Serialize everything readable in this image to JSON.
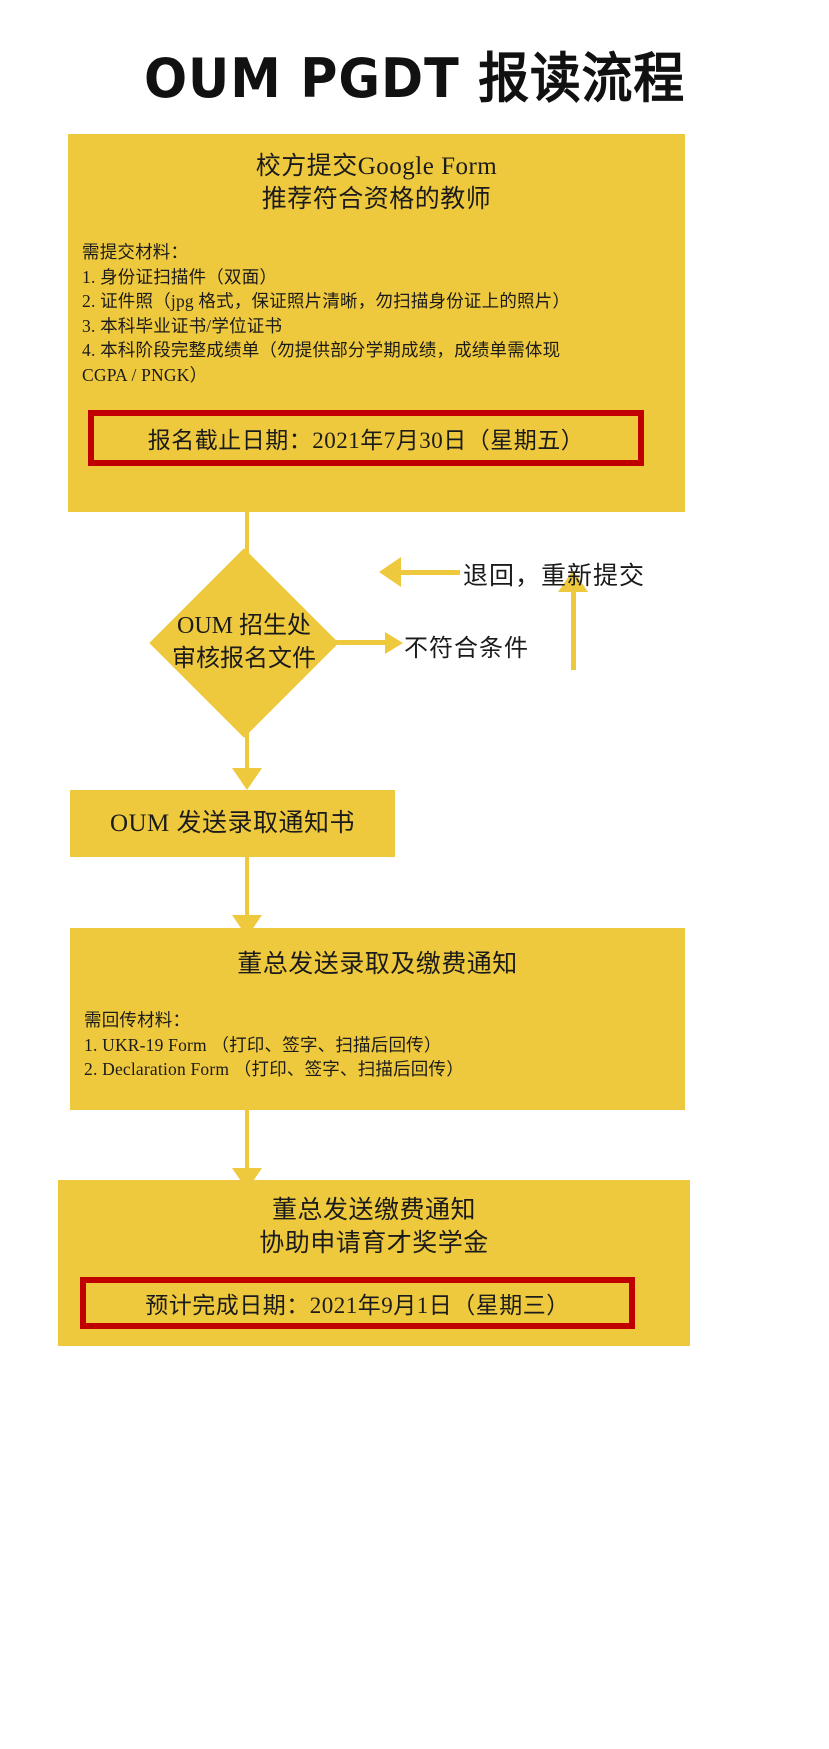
{
  "title": "OUM PGDT 报读流程",
  "colors": {
    "yellow": "#EFC93D",
    "red": "#C00000",
    "text": "#1b1b1b",
    "background": "#ffffff"
  },
  "step1": {
    "heading_line1": "校方提交Google Form",
    "heading_line2": "推荐符合资格的教师",
    "materials_label": "需提交材料：",
    "materials": [
      "1. 身份证扫描件（双面）",
      "2. 证件照（jpg 格式，保证照片清晰，勿扫描身份证上的照片）",
      "3. 本科毕业证书/学位证书",
      "4. 本科阶段完整成绩单（勿提供部分学期成绩，成绩单需体现",
      "CGPA / PNGK）"
    ],
    "deadline": "报名截止日期：2021年7月30日（星期五）"
  },
  "decision": {
    "line1": "OUM 招生处",
    "line2": "审核报名文件",
    "reject_label": "不符合条件",
    "return_label": "退回，重新提交"
  },
  "step2": {
    "heading": "OUM 发送录取通知书"
  },
  "step3": {
    "heading": "董总发送录取及缴费通知",
    "materials_label": "需回传材料：",
    "materials": [
      "1. UKR-19 Form （打印、签字、扫描后回传）",
      "2. Declaration Form （打印、签字、扫描后回传）"
    ]
  },
  "step4": {
    "heading_line1": "董总发送缴费通知",
    "heading_line2": "协助申请育才奖学金",
    "completion": "预计完成日期：2021年9月1日（星期三）"
  }
}
